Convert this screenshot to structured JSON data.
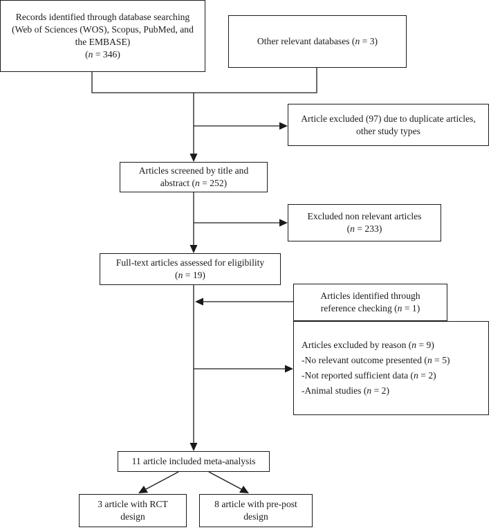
{
  "boxes": {
    "records": {
      "line1": "Records identified through database searching",
      "line2": "(Web of Sciences (WOS), Scopus, PubMed, and",
      "line3": "the EMBASE)",
      "count": "(n = 346)"
    },
    "other_databases": {
      "line1": "Other relevant databases (n = 3)"
    },
    "excluded_duplicates": {
      "line1": "Article excluded (97) due to duplicate articles,",
      "line2": "other study types"
    },
    "screened": {
      "line1": "Articles screened by title and",
      "line2": "abstract (n = 252)"
    },
    "excluded_non_relevant": {
      "line1": "Excluded non relevant articles",
      "line2": "(n = 233)"
    },
    "full_text": {
      "line1": "Full-text articles assessed for eligibility",
      "line2": "(n = 19)"
    },
    "reference_checking": {
      "line1": "Articles identified through",
      "line2": "reference checking (n = 1)"
    },
    "excluded_by_reason": {
      "title": "Articles excluded by reason (n = 9)",
      "reasons": [
        "-No relevant outcome presented (n = 5)",
        "-Not reported sufficient data (n = 2)",
        "-Animal studies (n = 2)"
      ]
    },
    "included": {
      "line1": "11 article included meta-analysis"
    },
    "rct": {
      "line1": "3 article with RCT",
      "line2": "design"
    },
    "pre_post": {
      "line1": "8 article with pre-post",
      "line2": "design"
    }
  }
}
